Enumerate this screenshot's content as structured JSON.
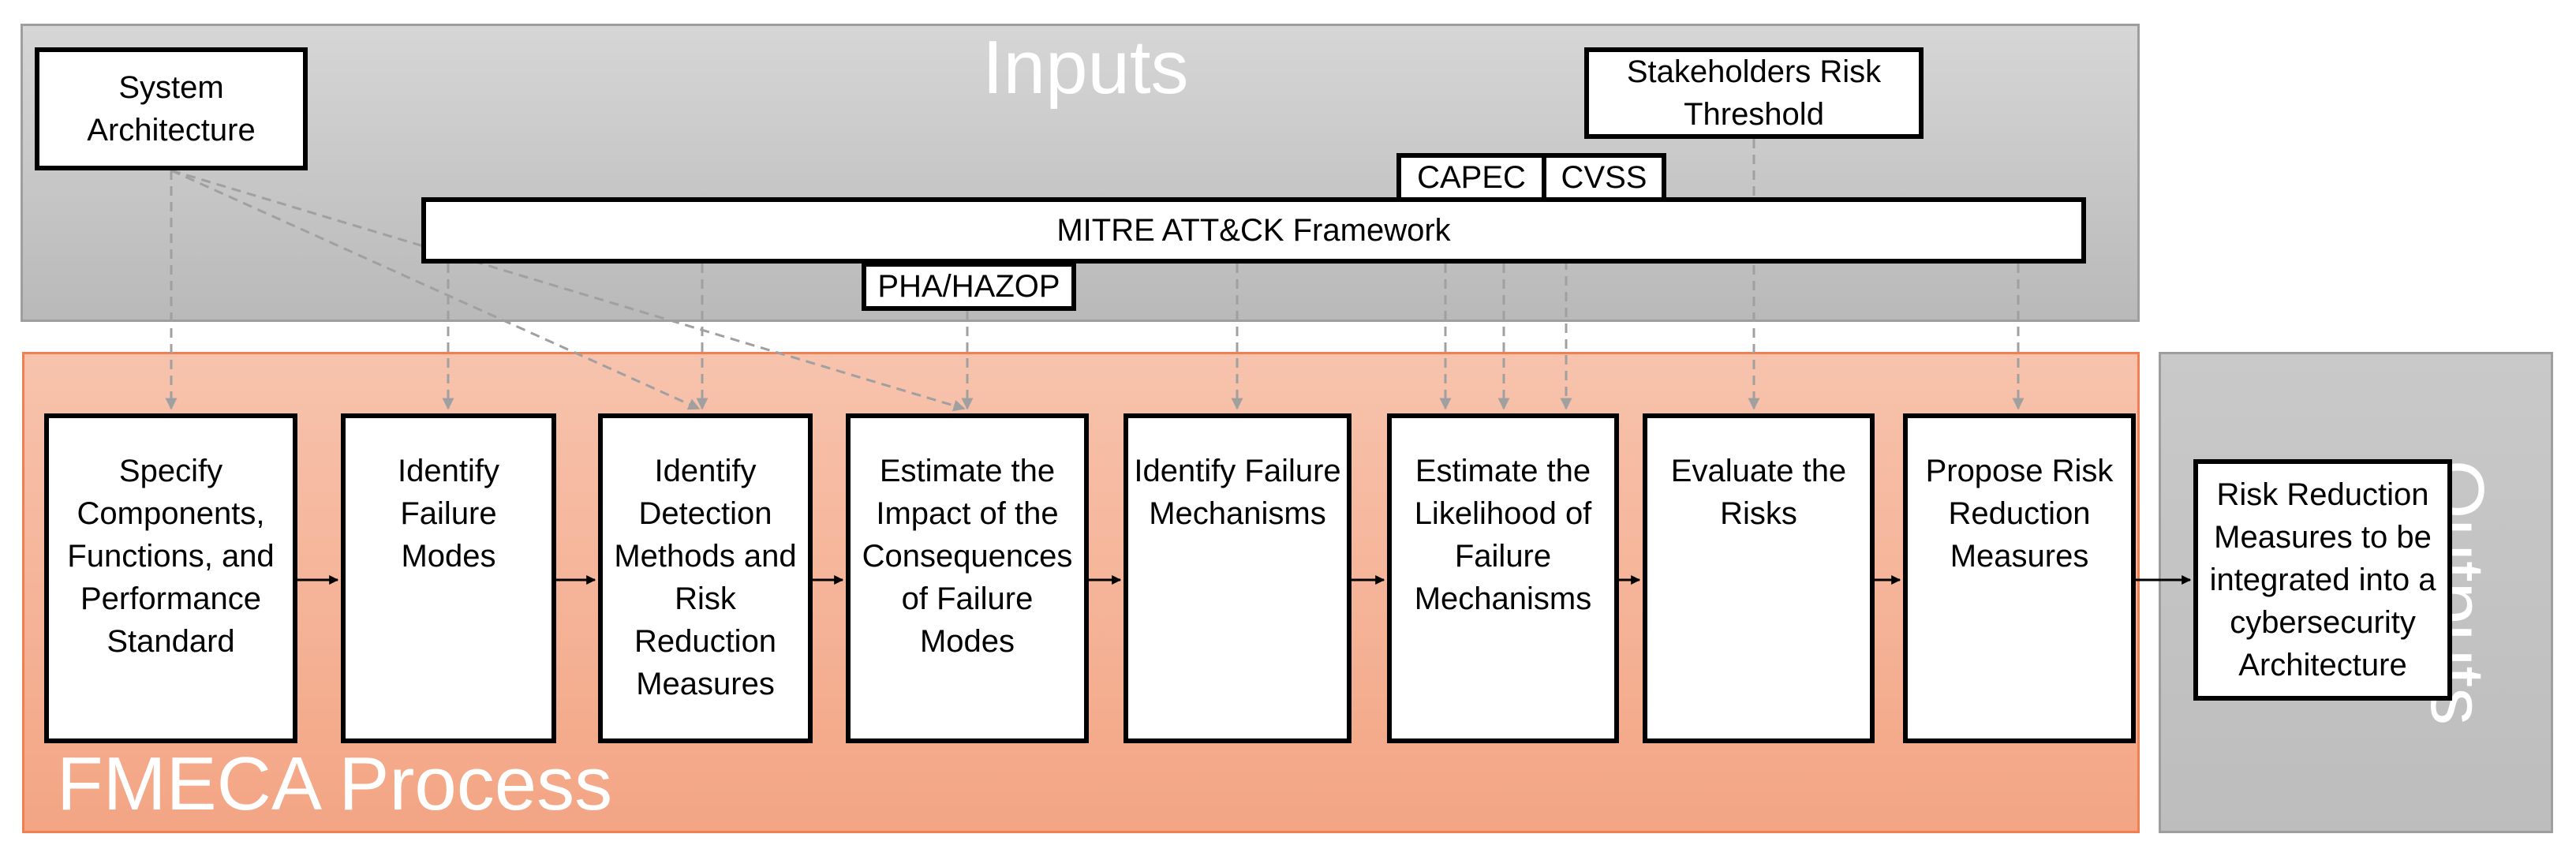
{
  "regions": {
    "inputs_title": "Inputs",
    "process_title": "FMECA Process",
    "outputs_title": "Outputs"
  },
  "inputs": {
    "system_architecture": "System Architecture",
    "stakeholders_risk_threshold": "Stakeholders Risk Threshold",
    "capec": "CAPEC",
    "cvss": "CVSS",
    "mitre": "MITRE ATT&CK Framework",
    "pha_hazop": "PHA/HAZOP"
  },
  "steps": [
    "Specify Components, Functions, and Performance Standard",
    "Identify Failure Modes",
    "Identify Detection Methods and Risk Reduction Measures",
    "Estimate the Impact of the Consequences of Failure Modes",
    "Identify Failure Mechanisms",
    "Estimate the Likelihood of Failure Mechanisms",
    "Evaluate the Risks",
    "Propose Risk Reduction Measures"
  ],
  "output": "Risk Reduction Measures to be integrated into a cybersecurity Architecture",
  "colors": {
    "inputs_panel": "#c8c8c8",
    "process_panel": "#f5b497",
    "process_border": "#f07f52",
    "outputs_panel": "#c4c4c4",
    "dashed_arrow": "#a0a0a0",
    "flow_arrow": "#000000"
  }
}
